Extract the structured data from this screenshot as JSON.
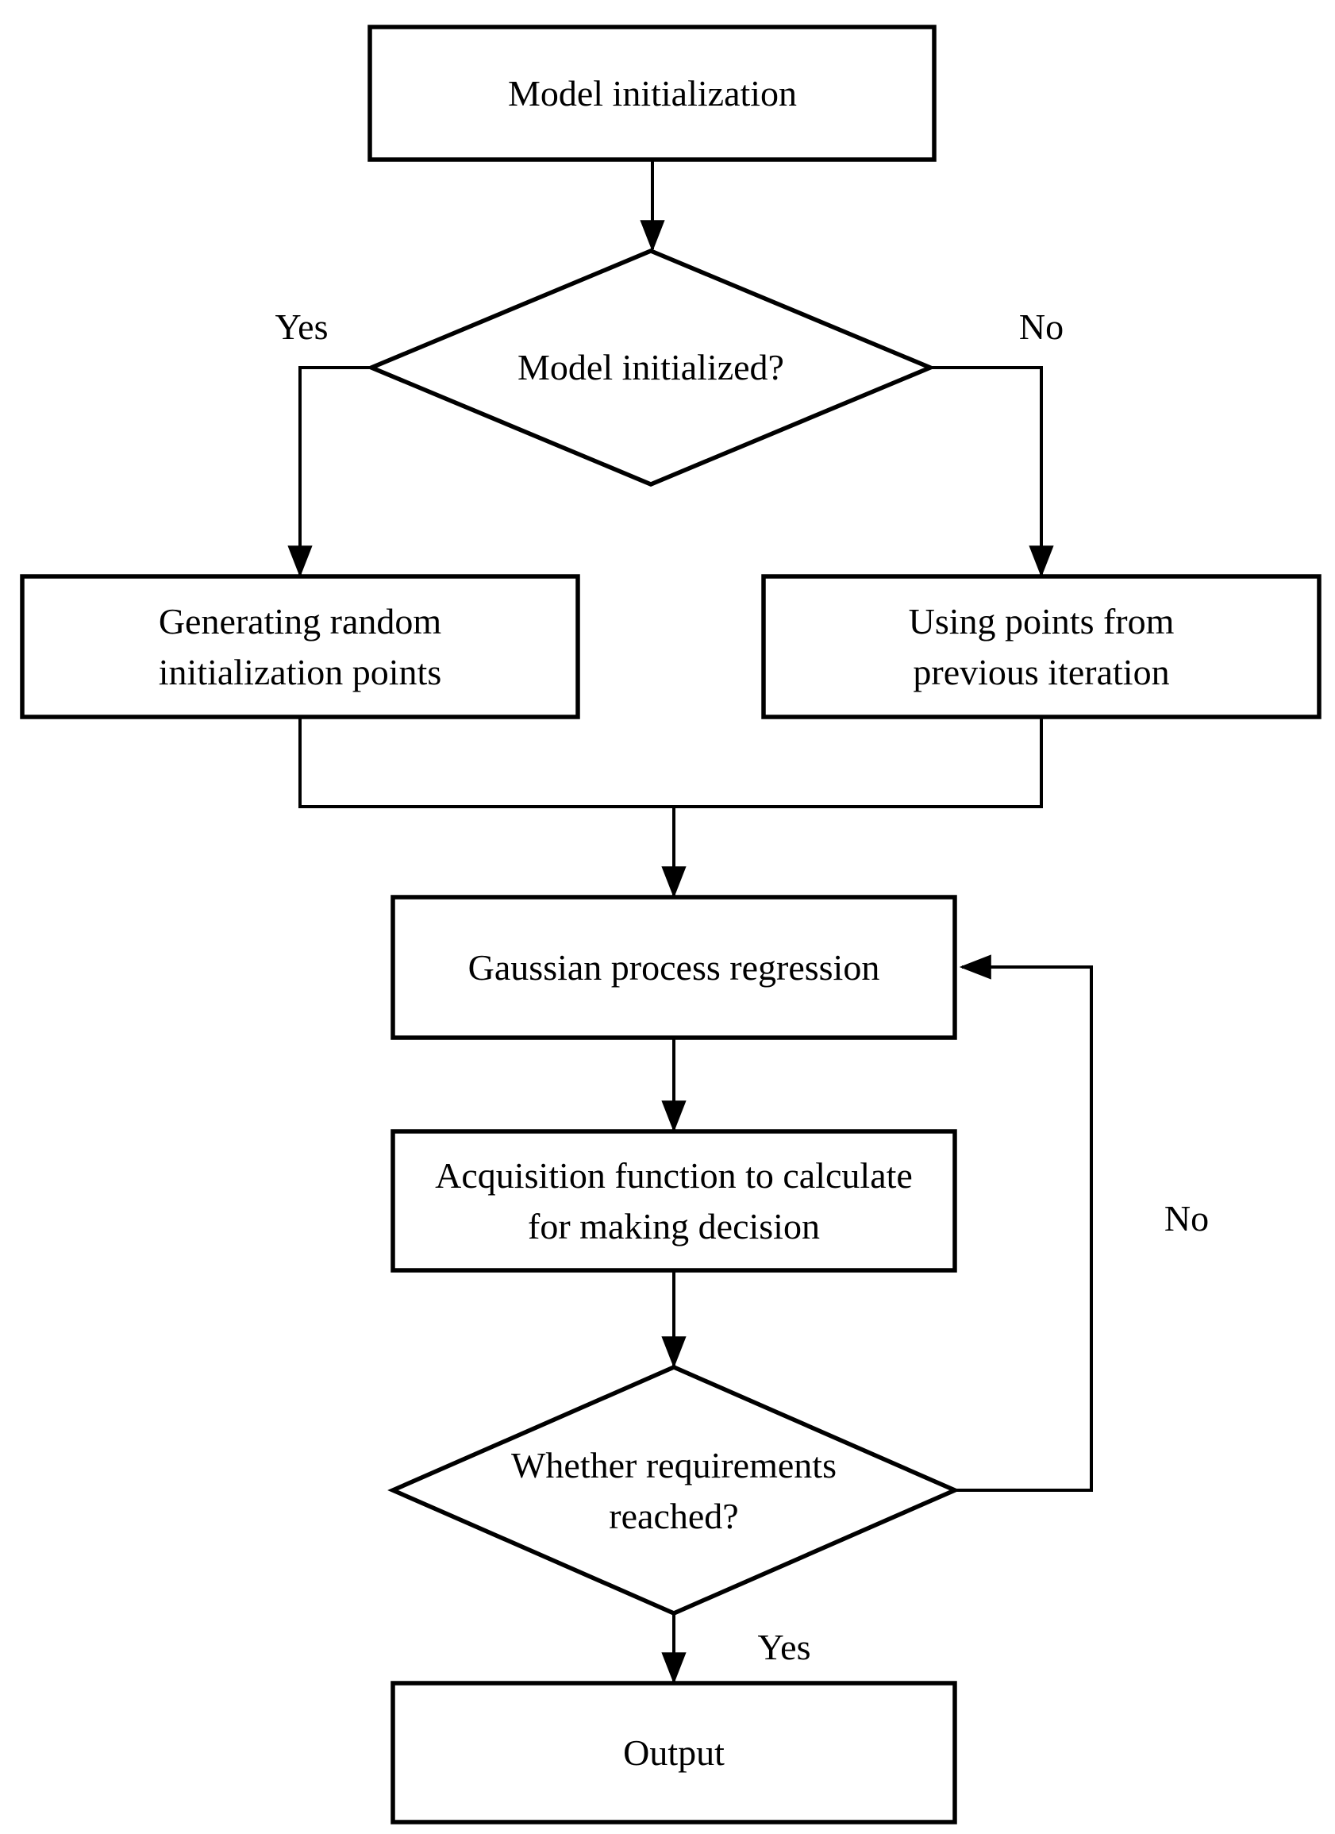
{
  "flowchart": {
    "nodes": {
      "model_init": {
        "label": "Model initialization"
      },
      "decision_initialized": {
        "label": "Model initialized?"
      },
      "gen_random": {
        "line1": "Generating random",
        "line2": "initialization points"
      },
      "use_previous": {
        "line1": "Using points from",
        "line2": "previous iteration"
      },
      "gpr": {
        "label": "Gaussian process regression"
      },
      "acquisition": {
        "line1": "Acquisition function to calculate",
        "line2": "for making decision"
      },
      "decision_requirements": {
        "line1": "Whether requirements",
        "line2": "reached?"
      },
      "output": {
        "label": "Output"
      }
    },
    "edge_labels": {
      "init_yes": "Yes",
      "init_no": "No",
      "req_yes": "Yes",
      "req_no": "No"
    },
    "colors": {
      "line": "#000000",
      "background": "#ffffff",
      "text": "#000000"
    }
  }
}
